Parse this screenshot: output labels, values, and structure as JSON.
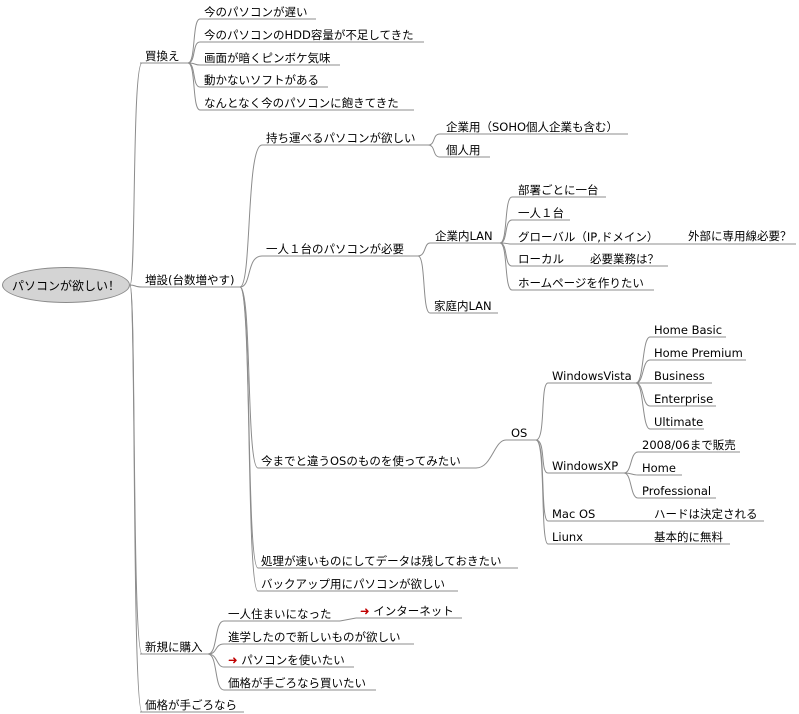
{
  "root": "パソコンが欲しい！",
  "branches": {
    "kaikae": {
      "label": "買換え",
      "items": [
        "今のパソコンが遅い",
        "今のパソコンのHDD容量が不足してきた",
        "画面が暗くピンボケ気味",
        "動かないソフトがある",
        "なんとなく今のパソコンに飽きてきた"
      ]
    },
    "zousetsu": {
      "label": "増設(台数増やす)",
      "portable": {
        "label": "持ち運べるパソコンが欲しい",
        "items": [
          "企業用（SOHO個人企業も含む）",
          "個人用"
        ]
      },
      "one_per_person": {
        "label": "一人１台のパソコンが必要",
        "corp_lan": {
          "label": "企業内LAN",
          "items": [
            "部署ごとに一台",
            "一人１台",
            "グローバル（IP,ドメイン）",
            "ローカル",
            "ホームページを作りたい"
          ],
          "global_note": "外部に専用線必要？",
          "local_note": "必要業務は？"
        },
        "home_lan": "家庭内LAN"
      },
      "os": {
        "label": "今までと違うOSのものを使ってみたい",
        "os_node": "OS",
        "vista": {
          "label": "WindowsVista",
          "editions": [
            "Home Basic",
            "Home Premium",
            "Business",
            "Enterprise",
            "Ultimate"
          ]
        },
        "xp": {
          "label": "WindowsXP",
          "editions": [
            "2008/06まで販売",
            "Home",
            "Professional"
          ]
        },
        "mac": {
          "label": "Mac OS",
          "note": "ハードは決定される"
        },
        "linux": {
          "label": "Liunx",
          "note": "基本的に無料"
        }
      },
      "fast": "処理が速いものにしてデータは残しておきたい",
      "backup": "バックアップ用にパソコンが欲しい"
    },
    "shinki": {
      "label": "新規に購入",
      "alone": "一人住まいになった",
      "internet": "インターネット",
      "school": "進学したので新しいものが欲しい",
      "use_pc": "パソコンを使いたい",
      "cheap_buy": "価格が手ごろなら買いたい"
    },
    "cheap": "価格が手ごろなら"
  },
  "arrow_glyph": "➜",
  "colors": {
    "line": "#8c8c8c",
    "root_fill": "#d4d4d4"
  }
}
